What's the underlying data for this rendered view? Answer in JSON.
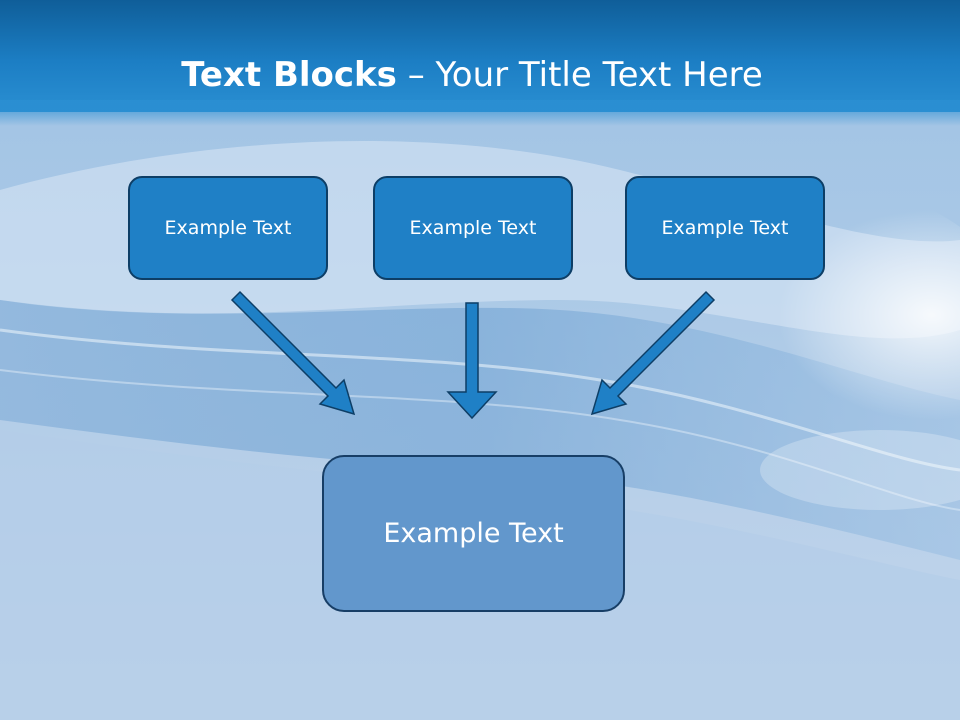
{
  "slide": {
    "title_bold": "Text Blocks",
    "title_separator": " – ",
    "title_rest": "Your Title Text Here"
  },
  "blocks": {
    "top": [
      {
        "label": "Example Text"
      },
      {
        "label": "Example Text"
      },
      {
        "label": "Example Text"
      }
    ],
    "bottom": {
      "label": "Example Text"
    }
  },
  "colors": {
    "title_band": "#1c7ec4",
    "top_box_fill": "#1f80c6",
    "top_box_border": "#0d3e66",
    "bottom_box_fill": "#6297cc",
    "bottom_box_border": "#173e66",
    "arrow_fill": "#1f80c6",
    "arrow_stroke": "#0d3e66"
  },
  "icons": {
    "arrows": [
      "arrow-down-right-icon",
      "arrow-down-icon",
      "arrow-down-left-icon"
    ]
  }
}
